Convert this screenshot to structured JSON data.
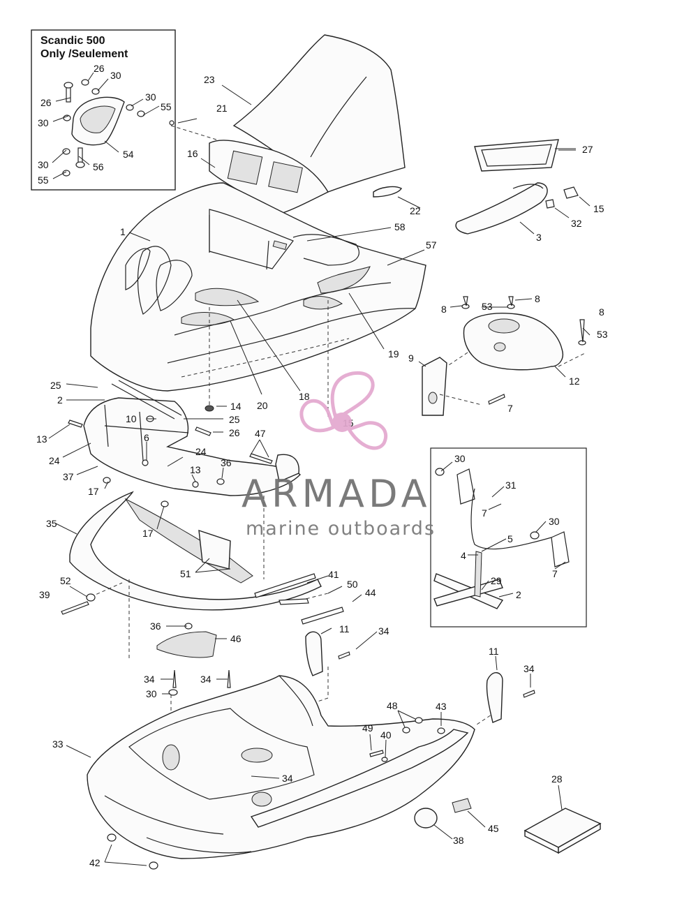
{
  "inset": {
    "title_line1": "Scandic 500",
    "title_line2": "Only /Seulement"
  },
  "watermark": {
    "brand": "ARMADA",
    "tagline": "marine outboards",
    "accent": "#e3a8cf",
    "icon": "propeller-icon"
  },
  "callouts": [
    {
      "id": "c26a",
      "text": "26"
    },
    {
      "id": "c30a",
      "text": "30"
    },
    {
      "id": "c26b",
      "text": "26"
    },
    {
      "id": "c30b",
      "text": "30"
    },
    {
      "id": "c55a",
      "text": "55"
    },
    {
      "id": "c30c",
      "text": "30"
    },
    {
      "id": "c54",
      "text": "54"
    },
    {
      "id": "c30d",
      "text": "30"
    },
    {
      "id": "c56",
      "text": "56"
    },
    {
      "id": "c55b",
      "text": "55"
    },
    {
      "id": "c23",
      "text": "23"
    },
    {
      "id": "c21",
      "text": "21"
    },
    {
      "id": "c16",
      "text": "16"
    },
    {
      "id": "c27",
      "text": "27"
    },
    {
      "id": "c22",
      "text": "22"
    },
    {
      "id": "c15a",
      "text": "15"
    },
    {
      "id": "c32",
      "text": "32"
    },
    {
      "id": "c3",
      "text": "3"
    },
    {
      "id": "c1",
      "text": "1"
    },
    {
      "id": "c58",
      "text": "58"
    },
    {
      "id": "c57",
      "text": "57"
    },
    {
      "id": "c8a",
      "text": "8"
    },
    {
      "id": "c53a",
      "text": "53"
    },
    {
      "id": "c8b",
      "text": "8"
    },
    {
      "id": "c8c",
      "text": "8"
    },
    {
      "id": "c53b",
      "text": "53"
    },
    {
      "id": "c19",
      "text": "19"
    },
    {
      "id": "c9",
      "text": "9"
    },
    {
      "id": "c12",
      "text": "12"
    },
    {
      "id": "c7a",
      "text": "7"
    },
    {
      "id": "c20",
      "text": "20"
    },
    {
      "id": "c18",
      "text": "18"
    },
    {
      "id": "c25a",
      "text": "25"
    },
    {
      "id": "c2a",
      "text": "2"
    },
    {
      "id": "c14",
      "text": "14"
    },
    {
      "id": "c15b",
      "text": "15"
    },
    {
      "id": "c10",
      "text": "10"
    },
    {
      "id": "c25b",
      "text": "25"
    },
    {
      "id": "c26c",
      "text": "26"
    },
    {
      "id": "c13a",
      "text": "13"
    },
    {
      "id": "c6",
      "text": "6"
    },
    {
      "id": "c24a",
      "text": "24"
    },
    {
      "id": "c24b",
      "text": "24"
    },
    {
      "id": "c47",
      "text": "47"
    },
    {
      "id": "c13b",
      "text": "13"
    },
    {
      "id": "c36a",
      "text": "36"
    },
    {
      "id": "c37",
      "text": "37"
    },
    {
      "id": "c17a",
      "text": "17"
    },
    {
      "id": "c17b",
      "text": "17"
    },
    {
      "id": "c35",
      "text": "35"
    },
    {
      "id": "c51",
      "text": "51"
    },
    {
      "id": "c52",
      "text": "52"
    },
    {
      "id": "c39",
      "text": "39"
    },
    {
      "id": "c41",
      "text": "41"
    },
    {
      "id": "c50",
      "text": "50"
    },
    {
      "id": "c44",
      "text": "44"
    },
    {
      "id": "c30e",
      "text": "30"
    },
    {
      "id": "c31",
      "text": "31"
    },
    {
      "id": "c7b",
      "text": "7"
    },
    {
      "id": "c30f",
      "text": "30"
    },
    {
      "id": "c5",
      "text": "5"
    },
    {
      "id": "c4",
      "text": "4"
    },
    {
      "id": "c7c",
      "text": "7"
    },
    {
      "id": "c29",
      "text": "29"
    },
    {
      "id": "c2b",
      "text": "2"
    },
    {
      "id": "c36b",
      "text": "36"
    },
    {
      "id": "c46",
      "text": "46"
    },
    {
      "id": "c11a",
      "text": "11"
    },
    {
      "id": "c34a",
      "text": "34"
    },
    {
      "id": "c34b",
      "text": "34"
    },
    {
      "id": "c34c",
      "text": "34"
    },
    {
      "id": "c30g",
      "text": "30"
    },
    {
      "id": "c11b",
      "text": "11"
    },
    {
      "id": "c34d",
      "text": "34"
    },
    {
      "id": "c48",
      "text": "48"
    },
    {
      "id": "c43",
      "text": "43"
    },
    {
      "id": "c49",
      "text": "49"
    },
    {
      "id": "c40",
      "text": "40"
    },
    {
      "id": "c33",
      "text": "33"
    },
    {
      "id": "c34e",
      "text": "34"
    },
    {
      "id": "c28",
      "text": "28"
    },
    {
      "id": "c45",
      "text": "45"
    },
    {
      "id": "c38",
      "text": "38"
    },
    {
      "id": "c42",
      "text": "42"
    }
  ]
}
